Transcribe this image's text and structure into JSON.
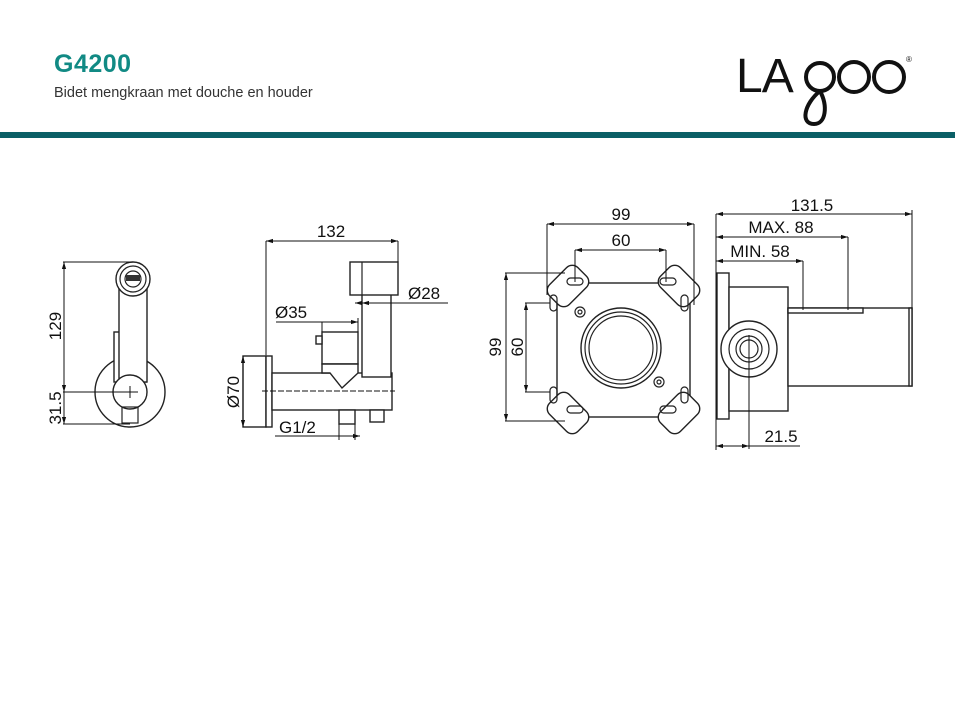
{
  "header": {
    "product_code": "G4200",
    "subtitle": "Bidet mengkraan met douche en houder",
    "brand_logo": "LAGOO",
    "registered_mark": "®"
  },
  "colors": {
    "title": "#118a84",
    "accent_bar": "#0b5f66"
  },
  "drawing": {
    "front_view": {
      "height": "129",
      "center_offset": "31.5"
    },
    "side_view": {
      "depth": "132",
      "shower_diameter": "Ø28",
      "handle_diameter": "Ø35",
      "rosette_diameter": "Ø70",
      "thread": "G1/2"
    },
    "box_front": {
      "width": "99",
      "hole_spacing_h": "60",
      "height": "99",
      "hole_spacing_v": "60"
    },
    "box_side": {
      "total_depth": "131.5",
      "max_depth": "MAX. 88",
      "min_depth": "MIN. 58",
      "axis_offset": "21.5"
    }
  }
}
